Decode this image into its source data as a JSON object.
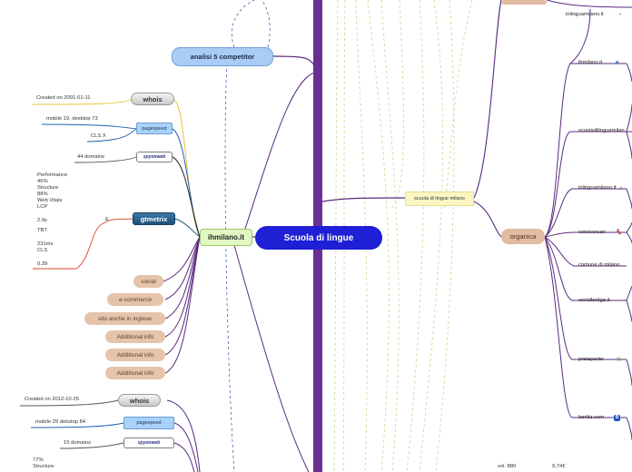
{
  "central": {
    "label": "Scuola di lingue"
  },
  "analisi": {
    "label": "analisi 5 competitor"
  },
  "ihmilano": {
    "label": "ihmilano.it"
  },
  "scuola_milano": {
    "label": "scuola di lingue milano"
  },
  "organica": {
    "label": "organica"
  },
  "competitor1": {
    "whois": {
      "label": "whois",
      "detail": "Created on 2001-01-11"
    },
    "pagespeed": {
      "label": "pagespeed",
      "detail1": "mobile 19, desktop 73",
      "detail2": "CLS X"
    },
    "spyonweb": {
      "label": "spyonweb",
      "detail": "44 domains"
    },
    "gtmetrix": {
      "label": "gtmetrix",
      "grade": "E",
      "lines": [
        "Performance",
        "46%",
        "Structure",
        "88%",
        "Web Vitals",
        "LCP",
        "",
        "2.9s",
        "TBT",
        "",
        "231ms",
        "CLS",
        "",
        "0.39"
      ]
    },
    "extras": [
      "social",
      "e-commerce",
      "sito anche in inglese",
      "Additional info",
      "Additional info",
      "Additional info"
    ]
  },
  "competitor2": {
    "whois": {
      "label": "whois",
      "detail": "Created on 2012-10-25"
    },
    "pagespeed": {
      "label": "pagespeed",
      "detail": "mobile 29 dekstop 84"
    },
    "spyonweb": {
      "label": "spyonweb",
      "detail": "15 domains"
    },
    "gt_lines": [
      "77%",
      "Structure"
    ]
  },
  "organic_sites": [
    {
      "name": "inlinguamilano.it",
      "icon": "globe-icon",
      "glyph": "◐",
      "color": "#4a5a7a"
    },
    {
      "name": "ihmilano.it",
      "icon": "globe-icon",
      "glyph": "◉",
      "color": "#3b6fc4"
    },
    {
      "name": "scuoladilinguemilan",
      "icon": "",
      "glyph": "",
      "color": ""
    },
    {
      "name": "inlinguamilano.it",
      "icon": "globe-icon",
      "glyph": "◐",
      "color": "#4a5a7a"
    },
    {
      "name": "corsicorsari",
      "icon": "flag-icon",
      "glyph": "▚",
      "color": "#c0392b"
    },
    {
      "name": "comune di milano",
      "icon": "",
      "glyph": "",
      "color": ""
    },
    {
      "name": "worldbridge.it",
      "icon": "dash-icon",
      "glyph": "━",
      "color": "#9aa7b8"
    },
    {
      "name": "pretaparler",
      "icon": "leaf-icon",
      "glyph": "▤",
      "color": "#6aa84f"
    },
    {
      "name": "berlitz.com",
      "icon": "b-logo-icon",
      "glyph": "B",
      "color": "#1a56c4"
    }
  ],
  "footer": {
    "vol": "vol. 880",
    "price": "9,74€"
  },
  "colors": {
    "trunk": "#6b2f91",
    "central": "#1f1fd6",
    "dashed": "#c4d58a",
    "organic": "#d9a88a"
  }
}
